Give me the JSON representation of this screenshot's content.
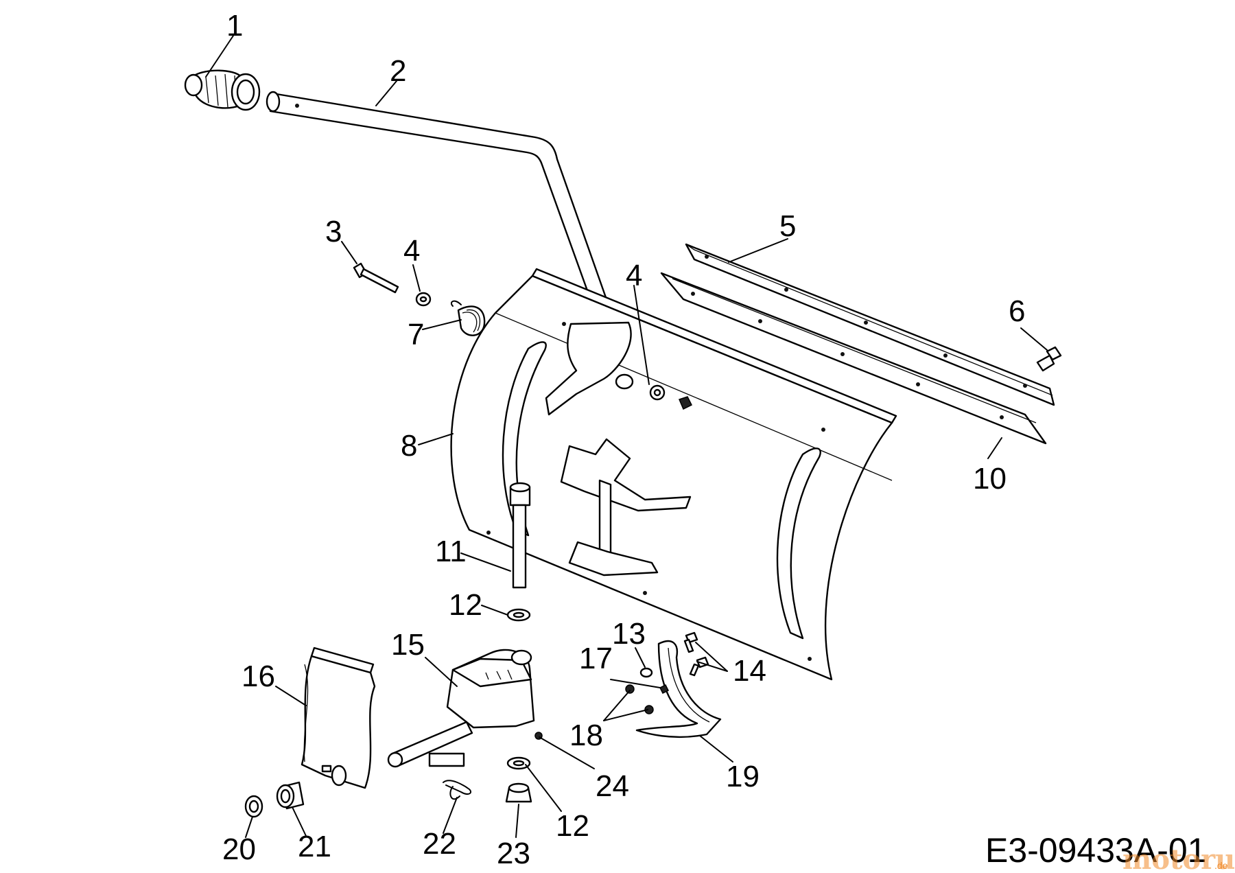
{
  "drawing_code": "E3-09433A-01",
  "watermark": {
    "brand": "motoruf",
    "suffix": ".de"
  },
  "callouts": {
    "c1": "1",
    "c2": "2",
    "c3": "3",
    "c4a": "4",
    "c4b": "4",
    "c5": "5",
    "c6": "6",
    "c7": "7",
    "c8": "8",
    "c10": "10",
    "c11": "11",
    "c12a": "12",
    "c12b": "12",
    "c13": "13",
    "c14": "14",
    "c15": "15",
    "c16": "16",
    "c17": "17",
    "c18": "18",
    "c19": "19",
    "c20": "20",
    "c21": "21",
    "c22": "22",
    "c23": "23",
    "c24": "24"
  }
}
